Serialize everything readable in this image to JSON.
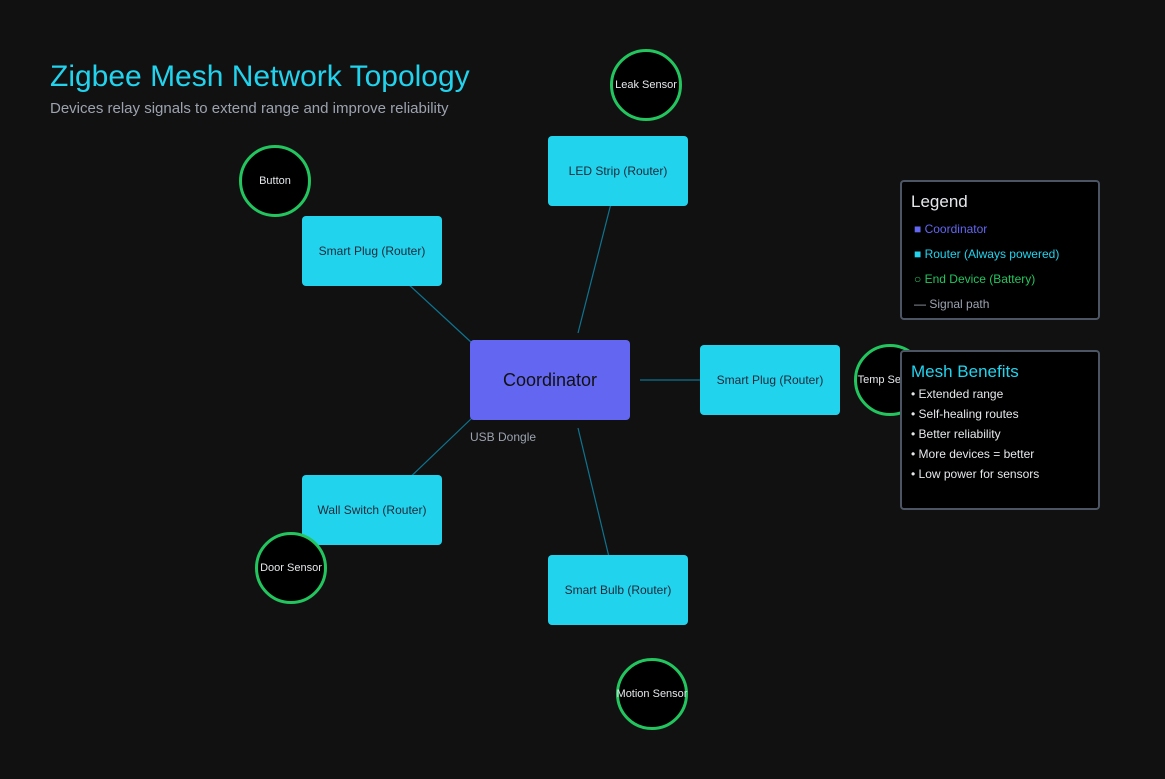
{
  "header": {
    "title": "Zigbee Mesh Network Topology",
    "subtitle": "Devices relay signals to extend range and improve reliability"
  },
  "coordinator": {
    "label": "Coordinator",
    "caption": "USB Dongle",
    "color": "#6366f1"
  },
  "routers": [
    {
      "label": "LED Strip (Router)"
    },
    {
      "label": "Smart Plug (Router)"
    },
    {
      "label": "Smart Plug (Router)"
    },
    {
      "label": "Wall Switch (Router)"
    },
    {
      "label": "Smart Bulb (Router)"
    }
  ],
  "end_devices": [
    {
      "label": "Leak Sensor"
    },
    {
      "label": "Button"
    },
    {
      "label": "Temp Sensor"
    },
    {
      "label": "Door Sensor"
    },
    {
      "label": "Motion Sensor"
    }
  ],
  "legend": {
    "title": "Legend",
    "coordinator": "Coordinator",
    "router": "Router (Always powered)",
    "end_device": "End Device (Battery)",
    "signal": "Signal path",
    "coordinator_symbol": "■",
    "router_symbol": "■",
    "end_device_symbol": "○",
    "signal_symbol": "—"
  },
  "benefits": {
    "title": "Mesh Benefits",
    "items": [
      "• Extended range",
      "• Self-healing routes",
      "• Better reliability",
      "• More devices = better",
      "• Low power for sensors"
    ]
  },
  "colors": {
    "background": "#111111",
    "router": "#22d3ee",
    "end_device_border": "#22c55e",
    "link": "#0e7490",
    "coordinator": "#6366f1"
  }
}
